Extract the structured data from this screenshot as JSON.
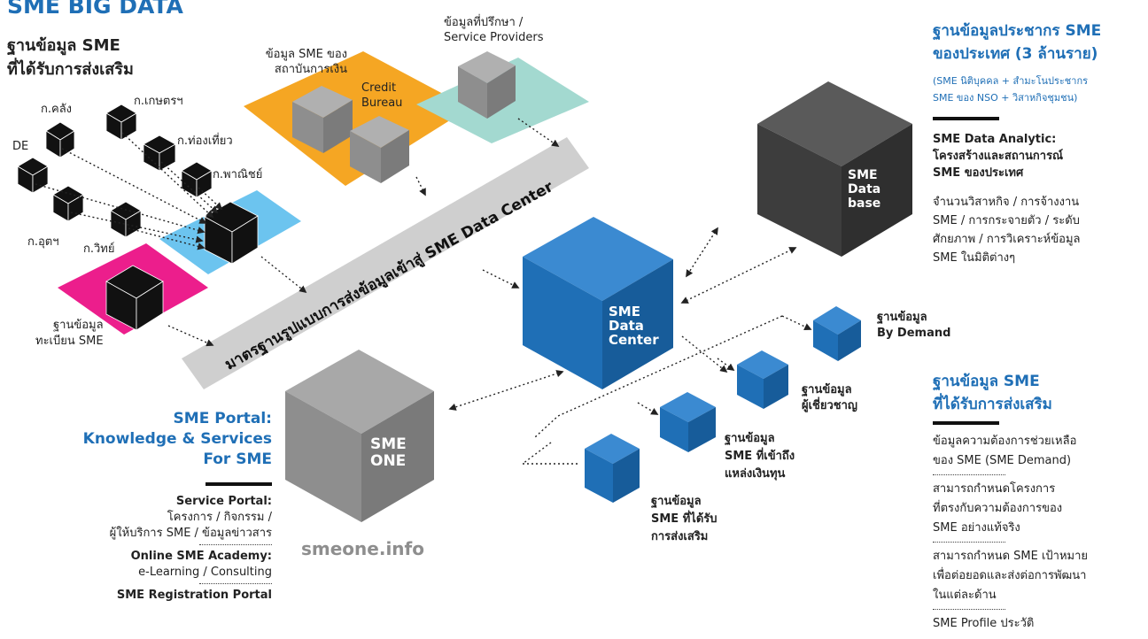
{
  "header": {
    "title": "SME BIG DATA",
    "subtitle_line1": "ฐานข้อมูล SME",
    "subtitle_line2": "ที่ได้รับการส่งเสริม"
  },
  "sources": {
    "ministries": {
      "kor_klang": "ก.คลัง",
      "kor_kaset": "ก.เกษตรฯ",
      "de": "DE",
      "kor_tongtiew": "ก.ท่องเที่ยว",
      "kor_panich": "ก.พาณิชย์",
      "kor_udsa": "ก.อุตฯ",
      "kor_wit": "ก.วิทย์"
    },
    "registration_db_line1": "ฐานข้อมูล",
    "registration_db_line2": "ทะเบียน SME",
    "financial_line1": "ข้อมูล SME ของ",
    "financial_line2": "สถาบันการเงิน",
    "credit_line1": "Credit",
    "credit_line2": "Bureau",
    "consult_line1": "ข้อมูลที่ปรึกษา /",
    "consult_line2": "Service Providers"
  },
  "banner": {
    "text": "มาตรฐานรูปแบบการส่งข้อมูลเข้าสู่ SME Data Center"
  },
  "cubes": {
    "data_center": [
      "SME",
      "Data",
      "Center"
    ],
    "database": [
      "SME",
      "Data",
      "base"
    ],
    "sme_one": [
      "SME",
      "ONE"
    ],
    "sme_one_url": "smeone.info"
  },
  "side_dbs": {
    "by_demand": [
      "ฐานข้อมูล",
      "By Demand"
    ],
    "experts": [
      "ฐานข้อมูล",
      "ผู้เชี่ยวชาญ"
    ],
    "funding": [
      "ฐานข้อมูล",
      "SME ที่เข้าถึง",
      "แหล่งเงินทุน"
    ],
    "promoted": [
      "ฐานข้อมูล",
      "SME ที่ได้รับ",
      "การส่งเสริม"
    ]
  },
  "portal": {
    "title_line1": "SME Portal:",
    "title_line2": "Knowledge & Services",
    "title_line3": "For SME",
    "service_title": "Service Portal:",
    "service_line1": "โครงการ / กิจกรรม /",
    "service_line2": "ผู้ให้บริการ SME / ข้อมูลข่าวสาร",
    "academy_title": "Online SME Academy:",
    "academy_line1": "e-Learning  / Consulting",
    "registration_title": "SME Registration Portal"
  },
  "right_top": {
    "title_line1": "ฐานข้อมูลประชากร SME",
    "title_line2": "ของประเทศ (3 ล้านราย)",
    "note_line1": "(SME นิติบุคคล + สำมะโนประชากร",
    "note_line2": "SME ของ NSO + วิสาหกิจชุมชน)",
    "analytic_line1": "SME Data Analytic:",
    "analytic_line2": "โครงสร้างและสถานการณ์",
    "analytic_line3": "SME ของประเทศ",
    "desc": [
      "จำนวนวิสาหกิจ / การจ้างงาน",
      "SME / การกระจายตัว / ระดับ",
      "ศักยภาพ / การวิเคราะห์ข้อมูล",
      "SME ในมิติต่างๆ"
    ]
  },
  "right_bottom": {
    "title_line1": "ฐานข้อมูล SME",
    "title_line2": "ที่ได้รับการส่งเสริม",
    "item1": [
      "ข้อมูลความต้องการช่วยเหลือ",
      "ของ SME (SME Demand)"
    ],
    "item2": [
      "สามารถกำหนดโครงการ",
      "ที่ตรงกับความต้องการของ",
      "SME อย่างแท้จริง"
    ],
    "item3": [
      "สามารถกำหนด SME เป้าหมาย",
      "เพื่อต่อยอดและส่งต่อการพัฒนา",
      "ในแต่ละด้าน"
    ],
    "item4_partial": "SME Profile ประวัติ"
  },
  "colors": {
    "blue": "#1f6fb6",
    "orange": "#f5a623",
    "light_blue": "#6cc4ef",
    "pink": "#ec1e8c",
    "teal": "#a3d9d0",
    "dark_gray": "#3d3d3d",
    "gray": "#8e8e8e",
    "banner_gray": "#cfcfcf"
  }
}
